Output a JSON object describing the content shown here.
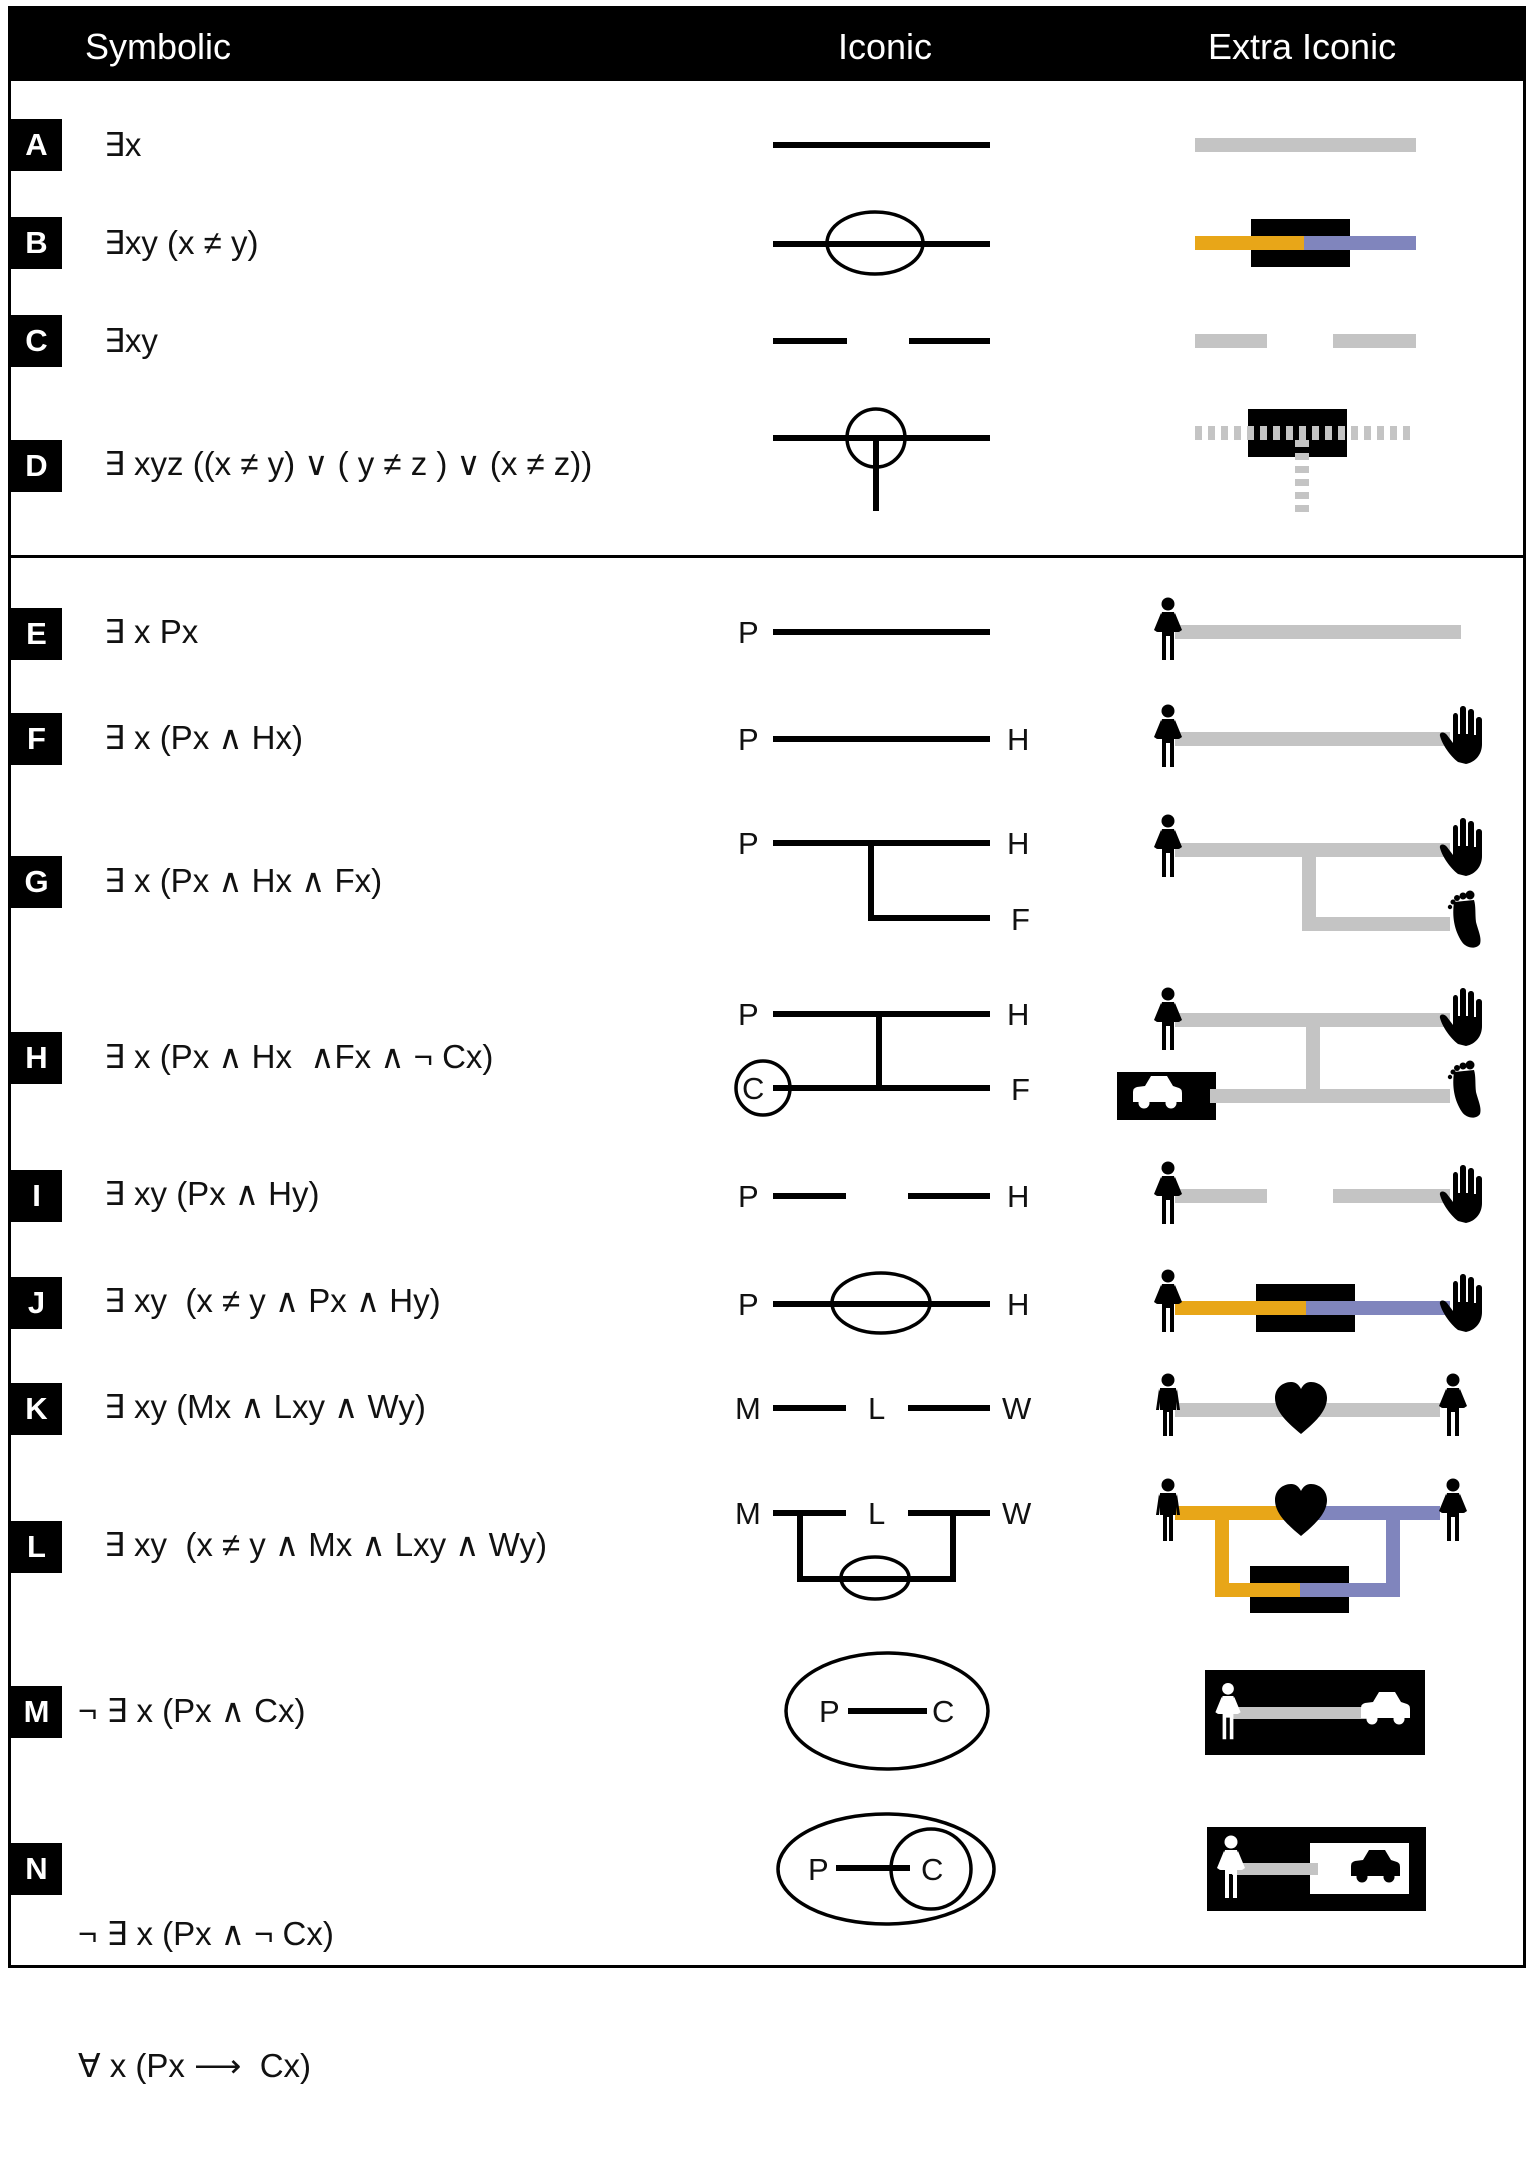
{
  "header": {
    "symbolic": "Symbolic",
    "iconic": "Iconic",
    "extra_iconic": "Extra Iconic"
  },
  "rows": [
    {
      "id": "A",
      "formula": "∃x"
    },
    {
      "id": "B",
      "formula": "∃xy (x ≠ y)"
    },
    {
      "id": "C",
      "formula": "∃xy"
    },
    {
      "id": "D",
      "formula": "∃ xyz ((x ≠ y) ∨ ( y ≠ z ) ∨ (x ≠ z))"
    },
    {
      "id": "E",
      "formula": "∃ x Px"
    },
    {
      "id": "F",
      "formula": "∃ x (Px ∧ Hx)"
    },
    {
      "id": "G",
      "formula": "∃ x (Px ∧ Hx ∧ Fx)"
    },
    {
      "id": "H",
      "formula": "∃ x (Px ∧ Hx  ∧Fx ∧ ¬ Cx)"
    },
    {
      "id": "I",
      "formula": "∃ xy (Px ∧ Hy)"
    },
    {
      "id": "J",
      "formula": "∃ xy  (x ≠ y ∧ Px ∧ Hy)"
    },
    {
      "id": "K",
      "formula": "∃ xy (Mx ∧ Lxy ∧ Wy)"
    },
    {
      "id": "L",
      "formula": "∃ xy  (x ≠ y ∧ Mx ∧ Lxy ∧ Wy)"
    },
    {
      "id": "M",
      "formula": "¬ ∃ x (Px ∧ Cx)"
    },
    {
      "id": "N",
      "formula": "¬ ∃ x (Px ∧ ¬ Cx)",
      "formula2": "∀ x (Px ⟶  Cx)"
    }
  ],
  "iconic_labels": {
    "P": "P",
    "H": "H",
    "F": "F",
    "C": "C",
    "M": "M",
    "L": "L",
    "W": "W"
  },
  "colors": {
    "black": "#000000",
    "gray": "#c4c4c4",
    "orange": "#e8a618",
    "blue": "#8085bd"
  },
  "icons": [
    "person-female-icon",
    "person-male-icon",
    "hand-icon",
    "foot-icon",
    "car-icon",
    "heart-icon"
  ]
}
